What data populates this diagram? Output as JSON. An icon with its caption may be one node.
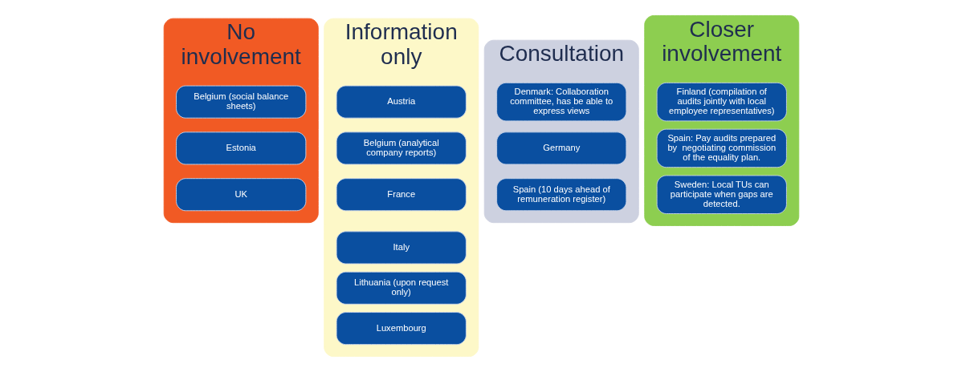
{
  "diagram": {
    "nodes": [
      {
        "text": [
          "No involvement"
        ]
      },
      {
        "text": [
          "Belgium (social balance sheets)"
        ],
        "in": 0
      },
      {
        "text": [
          "Estonia"
        ],
        "in": 0
      },
      {
        "text": [
          "UK"
        ],
        "in": 0
      },
      {
        "text": [
          "Information only"
        ]
      },
      {
        "text": [
          "Austria"
        ],
        "in": 4
      },
      {
        "text": [
          "Belgium (analytical company reports)"
        ],
        "in": 4
      },
      {
        "text": [
          "France"
        ],
        "in": 4
      },
      {
        "text": [
          "Italy"
        ],
        "in": 4
      },
      {
        "text": [
          "Lithuania (upon request only)"
        ],
        "in": 4
      },
      {
        "text": [
          "Luxembourg"
        ],
        "in": 4
      },
      {
        "text": [
          "Consultation"
        ]
      },
      {
        "text": [
          "Denmark: Collaboration committee, has be able to express views"
        ],
        "in": 11
      },
      {
        "text": [
          "Germany"
        ],
        "in": 11
      },
      {
        "text": [
          "Spain (10 days ahead of remuneration register)"
        ],
        "in": 11
      },
      {
        "text": [
          "Closer involvement"
        ]
      },
      {
        "text": [
          "Finland (compilation of audits jointly with local employee representatives)"
        ],
        "in": 15
      },
      {
        "text": [
          "Spain: Pay audits prepared by  negotiating commission of the equality plan."
        ],
        "in": 15
      },
      {
        "text": [
          "Sweden: Local TUs can participate when gaps are detected."
        ],
        "in": 15
      }
    ]
  }
}
